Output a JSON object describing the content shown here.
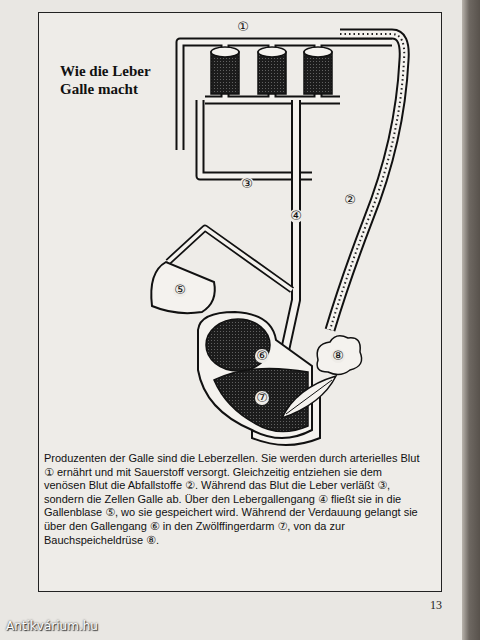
{
  "diagram": {
    "title": "Wie die Leber Galle macht",
    "caption": "Produzenten der Galle sind die Leberzellen. Sie werden durch arterielles Blut ① ernährt und mit Sauerstoff versorgt. Gleichzeitig entziehen sie dem venösen Blut die Abfallstoffe ②. Während das Blut die Leber verläßt ③, sondern die Zellen Galle ab. Über den Lebergallengang ④ fließt sie in die Gallenblase ⑤, wo sie gespeichert wird. Während der Verdauung gelangt sie über den Gallengang ⑥ in den Zwölffingerdarm ⑦, von da zur Bauchspeicheldrüse ⑧.",
    "labels": [
      "①",
      "②",
      "③",
      "④",
      "⑤",
      "⑥",
      "⑦",
      "⑧",
      "13",
      "Antikvárium.hu"
    ]
  }
}
